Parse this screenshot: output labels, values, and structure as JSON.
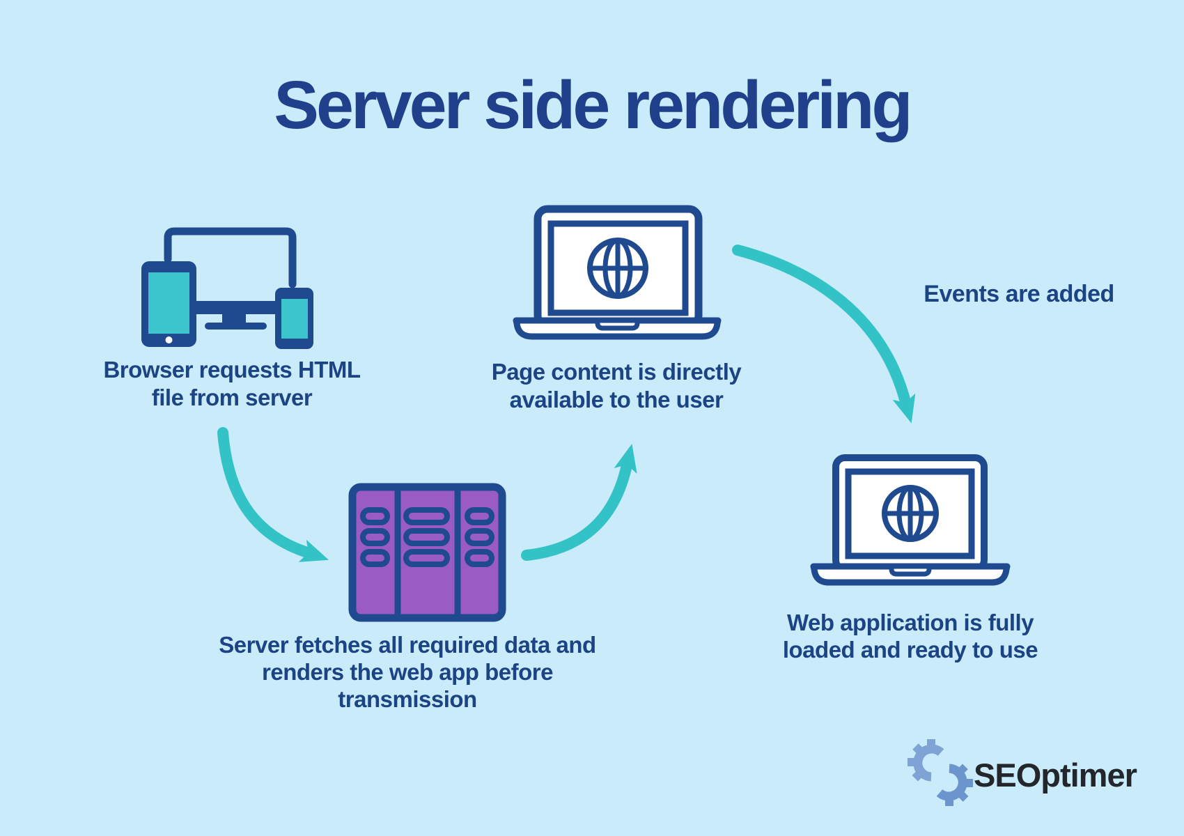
{
  "title": "Server side rendering",
  "colors": {
    "background": "#C9EBFA",
    "navy": "#1F4A8F",
    "text": "#1C4384",
    "title_text": "#21408C",
    "teal": "#33C3C6",
    "purple": "#9A5BC5",
    "screen_teal": "#3CC5CD",
    "white": "#FFFFFF",
    "logo_gear_light": "#7FA3D5",
    "logo_gear_dark": "#6C95CE",
    "logo_text": "#23262B"
  },
  "steps": [
    {
      "id": "browser-request",
      "icon": "devices-icon",
      "caption_lines": [
        "Browser requests HTML",
        "file from server"
      ]
    },
    {
      "id": "server-render",
      "icon": "server-icon",
      "caption_lines": [
        "Server fetches all required data and",
        "renders the web app before",
        "transmission"
      ]
    },
    {
      "id": "page-content",
      "icon": "laptop-globe-icon",
      "caption_lines": [
        "Page content is directly",
        "available to the user"
      ]
    },
    {
      "id": "web-app-ready",
      "icon": "laptop-globe-icon",
      "caption_lines": [
        "Web application is fully",
        "loaded and ready to use"
      ]
    }
  ],
  "annotations": {
    "events_label": "Events are added"
  },
  "logo": {
    "name": "SEOptimer",
    "icon": "gear-icon"
  }
}
